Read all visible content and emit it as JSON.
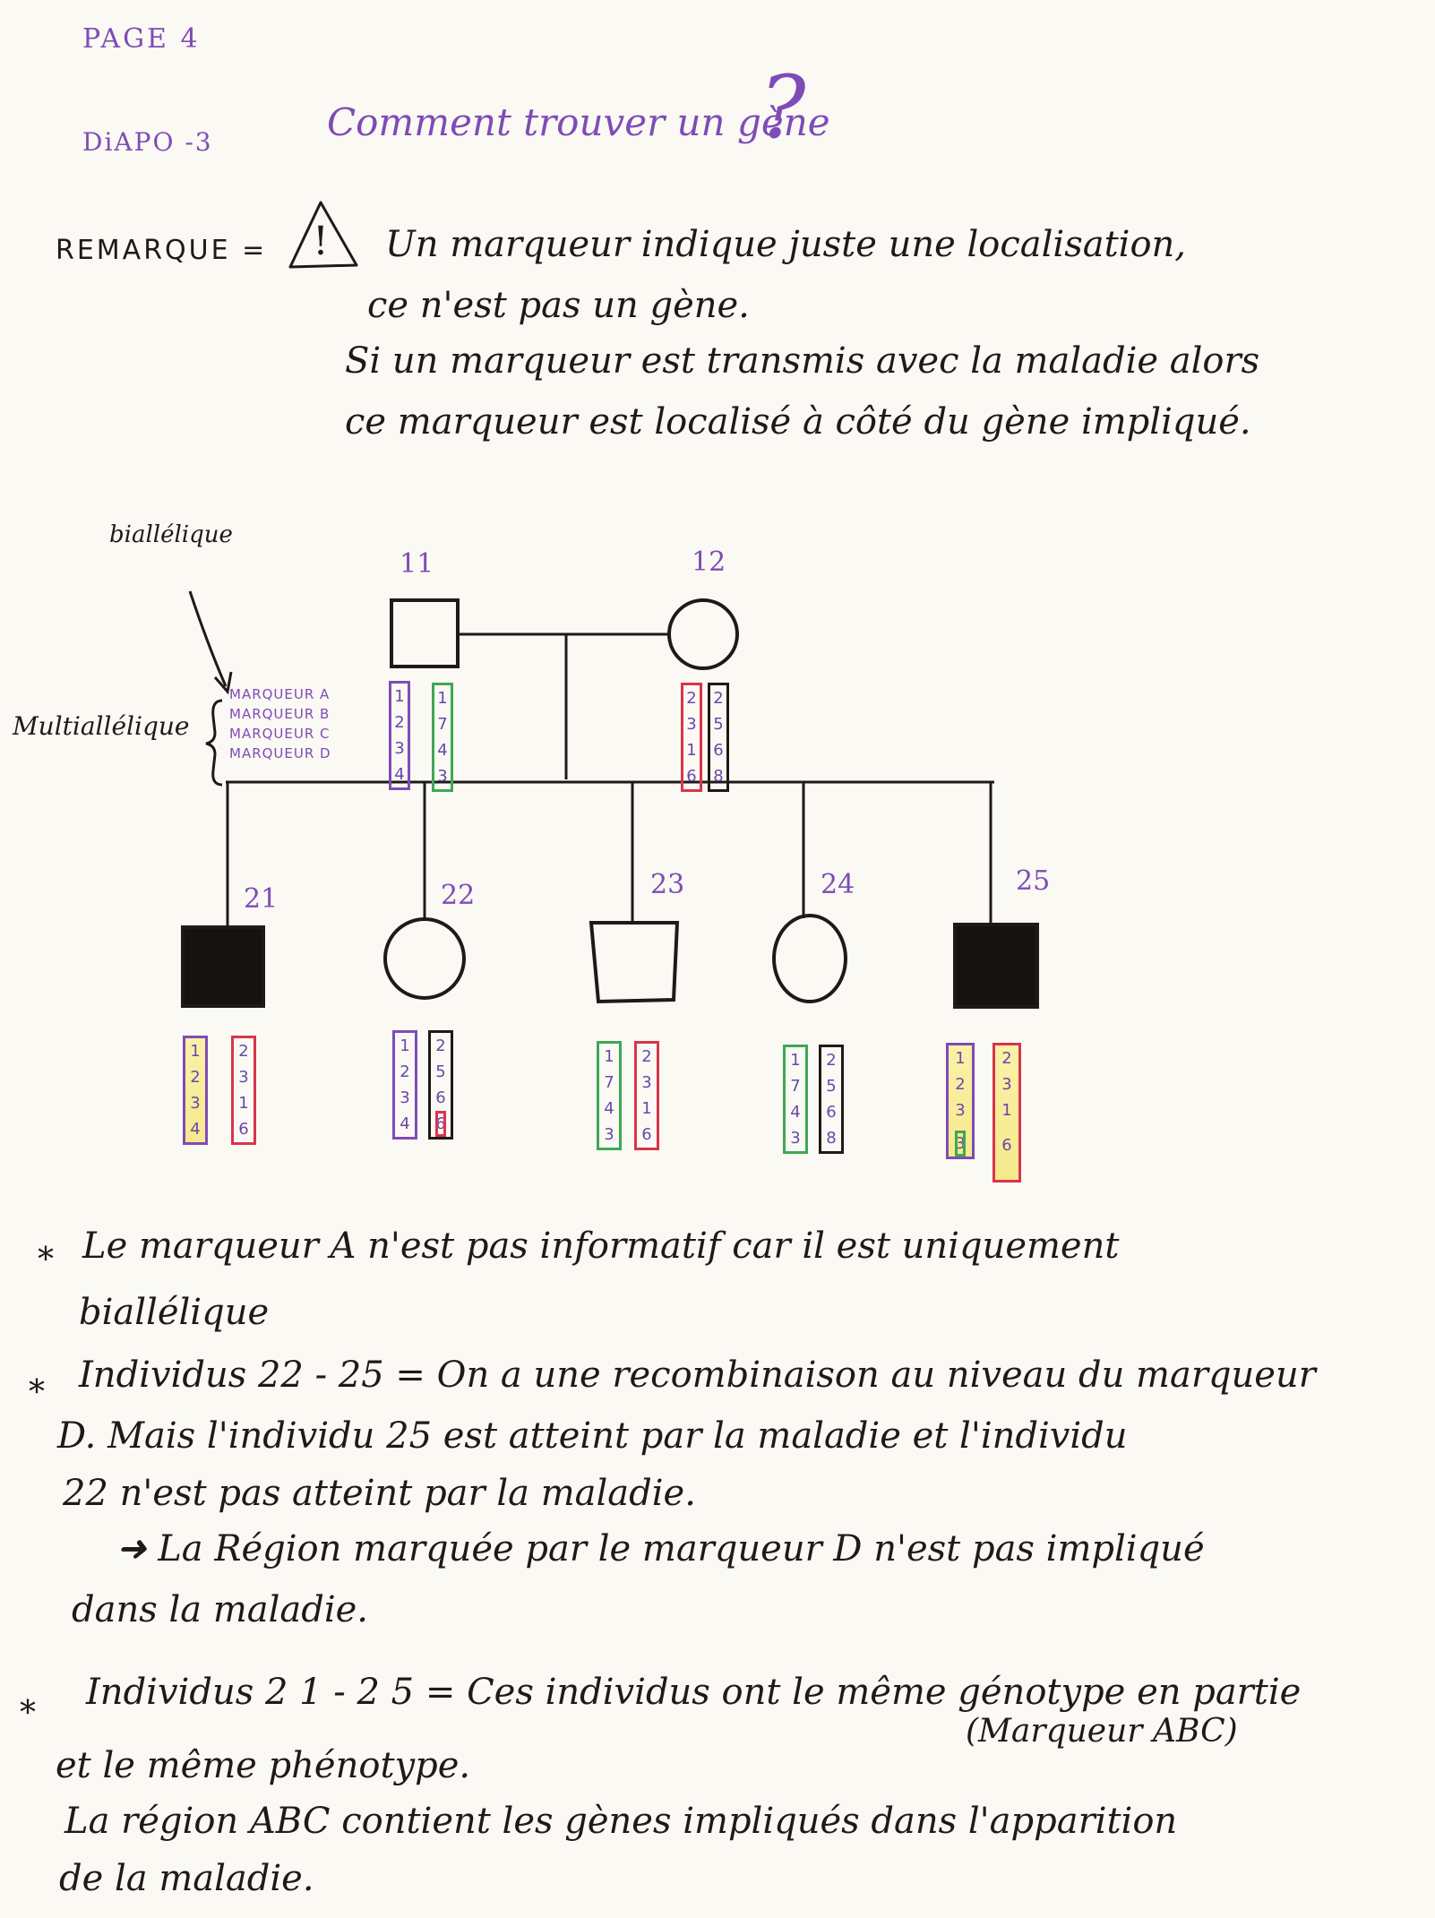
{
  "header": {
    "page": "PAGE 4",
    "diapo": "DiAPO -3",
    "title": "Comment trouver un gène",
    "title_mark": "?"
  },
  "remark": {
    "label": "REMARQUE =",
    "warning": "!",
    "lines": [
      "Un marqueur indique juste une localisation,",
      "ce n'est pas un gène.",
      "Si un marqueur est transmis avec la maladie alors",
      "ce marqueur est localisé à côté du gène impliqué."
    ]
  },
  "pedigree": {
    "labels": {
      "biallelique": "biallélique",
      "multiallelique": "Multiallélique",
      "markers": [
        "MARQUEUR A",
        "MARQUEUR B",
        "MARQUEUR C",
        "MARQUEUR D"
      ]
    },
    "generation1": [
      {
        "id": "11",
        "sex": "male",
        "affected": false,
        "haplotypes": [
          {
            "color": "purple",
            "alleles": [
              "1",
              "2",
              "3",
              "4"
            ]
          },
          {
            "color": "green",
            "alleles": [
              "1",
              "7",
              "4",
              "3"
            ]
          }
        ]
      },
      {
        "id": "12",
        "sex": "female",
        "affected": false,
        "haplotypes": [
          {
            "color": "red",
            "alleles": [
              "2",
              "3",
              "1",
              "6"
            ]
          },
          {
            "color": "black",
            "alleles": [
              "2",
              "5",
              "6",
              "8"
            ]
          }
        ]
      }
    ],
    "generation2": [
      {
        "id": "21",
        "sex": "male",
        "affected": true,
        "haplotypes": [
          {
            "color": "purple",
            "alleles": [
              "1",
              "2",
              "3",
              "4"
            ]
          },
          {
            "color": "red",
            "alleles": [
              "2",
              "3",
              "1",
              "6"
            ]
          }
        ]
      },
      {
        "id": "22",
        "sex": "female",
        "affected": false,
        "haplotypes": [
          {
            "color": "purple",
            "alleles": [
              "1",
              "2",
              "3",
              "4"
            ]
          },
          {
            "color": "black",
            "alleles": [
              "2",
              "5",
              "6",
              "6"
            ]
          }
        ]
      },
      {
        "id": "23",
        "sex": "male",
        "affected": false,
        "haplotypes": [
          {
            "color": "green",
            "alleles": [
              "1",
              "7",
              "4",
              "3"
            ]
          },
          {
            "color": "red",
            "alleles": [
              "2",
              "3",
              "1",
              "6"
            ]
          }
        ]
      },
      {
        "id": "24",
        "sex": "female",
        "affected": false,
        "haplotypes": [
          {
            "color": "green",
            "alleles": [
              "1",
              "7",
              "4",
              "3"
            ]
          },
          {
            "color": "black",
            "alleles": [
              "2",
              "5",
              "6",
              "8"
            ]
          }
        ]
      },
      {
        "id": "25",
        "sex": "male",
        "affected": true,
        "haplotypes": [
          {
            "color": "purple",
            "alleles": [
              "1",
              "2",
              "3",
              "3"
            ]
          },
          {
            "color": "red",
            "alleles": [
              "2",
              "3",
              "1",
              "6"
            ]
          }
        ]
      }
    ]
  },
  "notes": [
    {
      "bullet": "*",
      "lines": [
        "Le marqueur A n'est pas informatif car il est uniquement",
        "biallélique"
      ]
    },
    {
      "bullet": "*",
      "lines": [
        "Individus 22 - 25 = On a une recombinaison au niveau du marqueur",
        "D. Mais l'individu 25 est atteint par la maladie et l'individu",
        "22 n'est pas atteint par la maladie.",
        "➜ La Région marquée par le marqueur D n'est pas impliqué",
        "dans la maladie."
      ]
    },
    {
      "bullet": "*",
      "lines": [
        "Individus 2 1 - 2 5 = Ces individus ont le même génotype en partie",
        "(Marqueur ABC)",
        "et le même phénotype.",
        "La région ABC contient les gènes impliqués dans l'apparition",
        "de la maladie."
      ]
    }
  ],
  "colors": {
    "ink": "#1e1a18",
    "purple": "#7e4cb6",
    "green": "#3ea854",
    "red": "#d8354a",
    "yellow": "#f6e98c",
    "paper": "#fbf9f4"
  }
}
